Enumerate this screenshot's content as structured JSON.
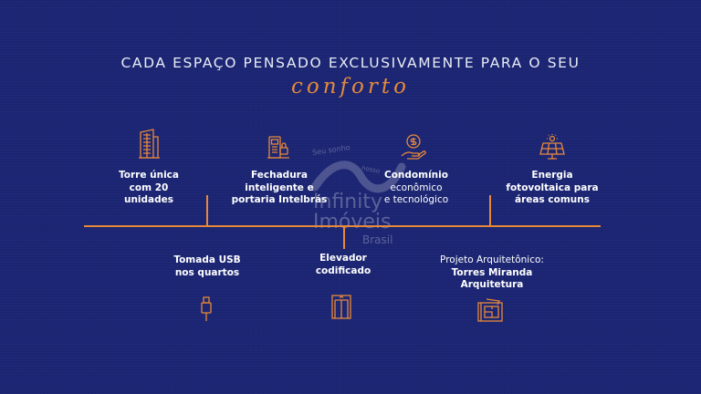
{
  "heading": "CADA ESPAÇO PENSADO EXCLUSIVAMENTE PARA O SEU",
  "script_word": "conforto",
  "watermark": {
    "tagline": "Seu sonho",
    "tagline2": "nosso",
    "brand_line1": "Infinity",
    "brand_line2": "Imóveis",
    "brand_line3": "Brasil"
  },
  "features_top": [
    {
      "line1": "Torre única",
      "line2": "com 20",
      "line3": "unidades",
      "icon": "building-icon"
    },
    {
      "line1": "Fechadura",
      "line2": "inteligente e",
      "line3": "portaria Intelbrás",
      "icon": "smart-lock-icon"
    },
    {
      "line1": "Condomínio",
      "line2": "econômico",
      "line3": "e tecnológico",
      "icon": "hand-coin-icon"
    },
    {
      "line1": "Energia",
      "line2": "fotovoltaica para",
      "line3": "áreas comuns",
      "icon": "solar-panel-icon"
    }
  ],
  "features_bottom": [
    {
      "line1": "Tomada USB",
      "line2": "nos quartos",
      "icon": "usb-plug-icon"
    },
    {
      "line1": "Elevador",
      "line2": "codificado",
      "icon": "elevator-icon"
    },
    {
      "line1": "Projeto Arquitetônico:",
      "line2": "Torres Miranda",
      "line3": "Arquitetura",
      "icon": "blueprint-icon"
    }
  ],
  "colors": {
    "background": "#1b2573",
    "accent": "#e8893a",
    "text": "#ffffff"
  }
}
